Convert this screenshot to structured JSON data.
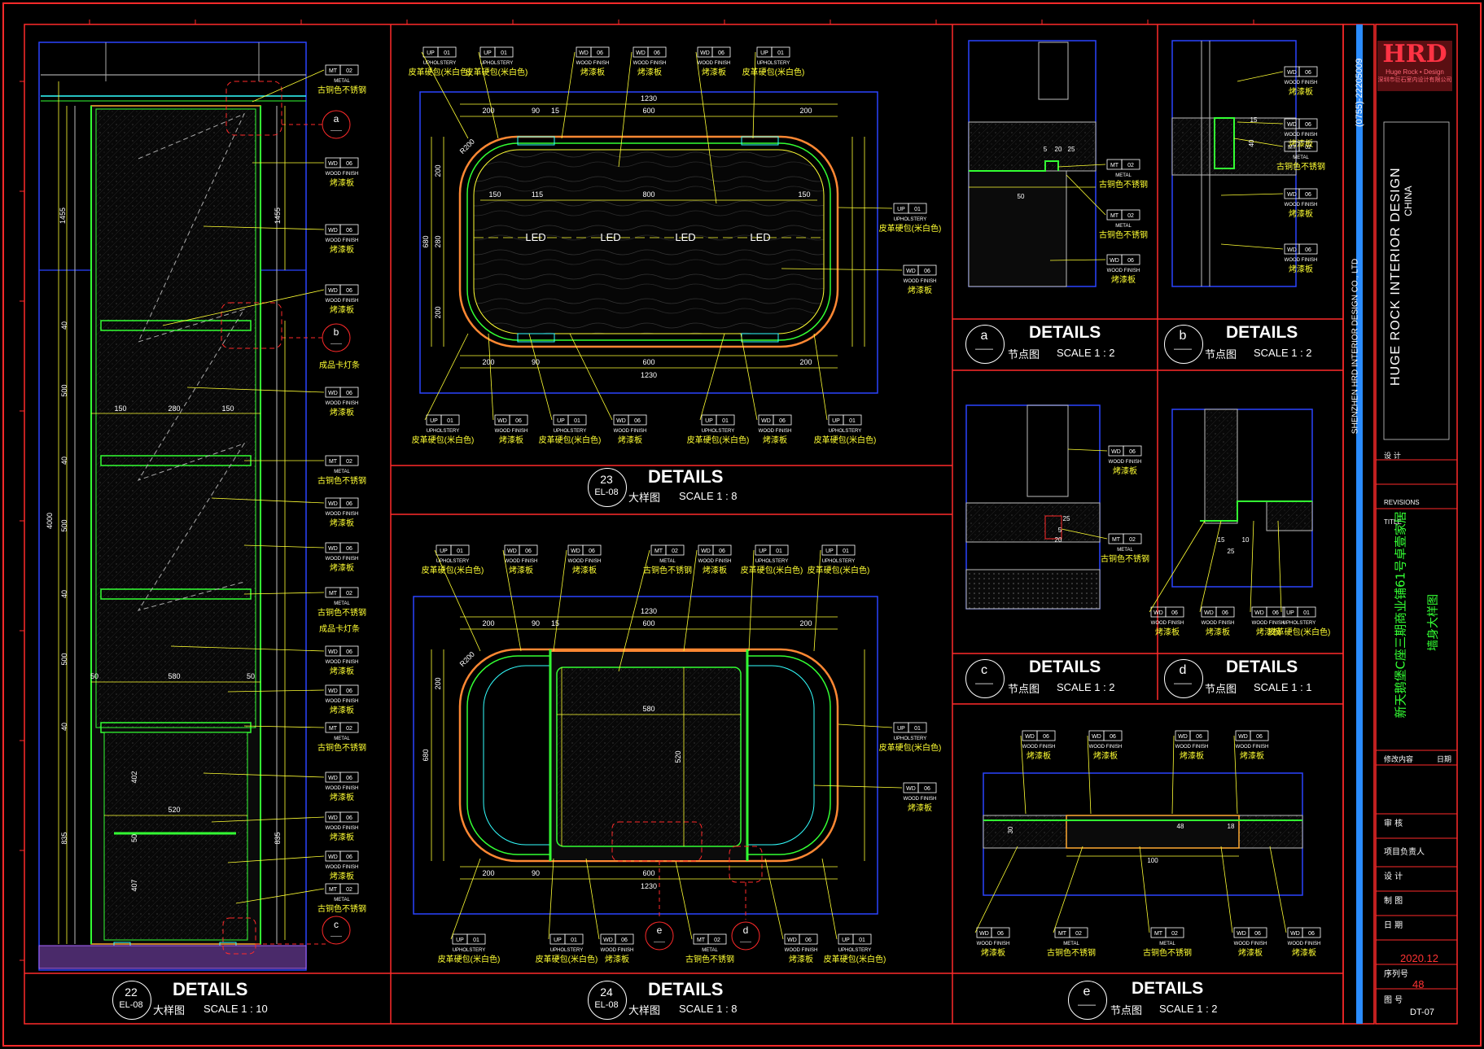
{
  "title_block": {
    "phone": "(0755)-22205009",
    "company_en": "SHENZHEN HRD INTERIOR DESIGN CO., LTD",
    "logo_text": "HRD",
    "logo_sub": "Huge Rock • Design",
    "logo_cn": "深圳市巨石室内设计有限公司",
    "brand_line1": "HUGE ROCK INTERIOR DESIGN",
    "brand_line2": "CHINA",
    "designer_label": "设 计",
    "revisions_label": "REVISIONS",
    "title_label": "TITLE",
    "project_name": "新天鹅堡C座三期商业铺61号卓壹家居",
    "drawing_name": "墙身大样图",
    "revision_row": "修改内容",
    "revision_date": "日期",
    "approved_label": "审 核",
    "project_lead_label": "项目负责人",
    "design_label": "设 计",
    "drawn_label": "制 图",
    "date_label": "日 期",
    "date_value": "2020.12",
    "sequence_label": "序列号",
    "sequence_value": "48",
    "drawing_no_label": "图 号",
    "drawing_no_value": "DT-07"
  },
  "detail_titles": [
    {
      "id": "22",
      "sub": "EL-08",
      "title": "DETAILS",
      "cn": "大样图",
      "scale": "SCALE 1 : 10"
    },
    {
      "id": "23",
      "sub": "EL-08",
      "title": "DETAILS",
      "cn": "大样图",
      "scale": "SCALE 1 : 8"
    },
    {
      "id": "24",
      "sub": "EL-08",
      "title": "DETAILS",
      "cn": "大样图",
      "scale": "SCALE 1 : 8"
    },
    {
      "id": "a",
      "sub": "——",
      "title": "DETAILS",
      "cn": "节点图",
      "scale": "SCALE 1 : 2"
    },
    {
      "id": "b",
      "sub": "——",
      "title": "DETAILS",
      "cn": "节点图",
      "scale": "SCALE 1 : 2"
    },
    {
      "id": "c",
      "sub": "——",
      "title": "DETAILS",
      "cn": "节点图",
      "scale": "SCALE 1 : 2"
    },
    {
      "id": "d",
      "sub": "——",
      "title": "DETAILS",
      "cn": "节点图",
      "scale": "SCALE 1 : 1"
    },
    {
      "id": "e",
      "sub": "——",
      "title": "DETAILS",
      "cn": "节点图",
      "scale": "SCALE 1 : 2"
    }
  ],
  "tags": {
    "up01": {
      "code": "UP",
      "num": "01",
      "en": "UPHOLSTERY",
      "cn": "皮革硬包(米白色)"
    },
    "wd06": {
      "code": "WD",
      "num": "06",
      "en": "WOOD FINISH",
      "cn": "烤漆板"
    },
    "mt02": {
      "code": "MT",
      "num": "02",
      "en": "METAL",
      "cn": "古铜色不锈钢"
    },
    "light": "成品卡灯条",
    "led": "LED"
  },
  "callout_letters": [
    "a",
    "b",
    "c",
    "d",
    "e"
  ],
  "dims_22": [
    "1455",
    "1455",
    "4000",
    "40",
    "500",
    "150",
    "280",
    "150",
    "40",
    "500",
    "40",
    "500",
    "50",
    "580",
    "50",
    "40",
    "402",
    "520",
    "50",
    "407",
    "835",
    "835"
  ],
  "dims_23": [
    "1230",
    "200",
    "90",
    "15",
    "600",
    "200",
    "150",
    "115",
    "800",
    "150",
    "680",
    "200",
    "280",
    "200",
    "200",
    "90",
    "600",
    "200",
    "1230",
    "R200"
  ],
  "dims_24": [
    "1230",
    "200",
    "90",
    "15",
    "600",
    "200",
    "580",
    "520",
    "680",
    "200",
    "200",
    "90",
    "600",
    "1230",
    "R200"
  ],
  "dims_small": [
    "5",
    "20",
    "25",
    "50",
    "15",
    "40",
    "25",
    "5",
    "20",
    "15",
    "10",
    "25",
    "30",
    "48",
    "18",
    "100"
  ]
}
